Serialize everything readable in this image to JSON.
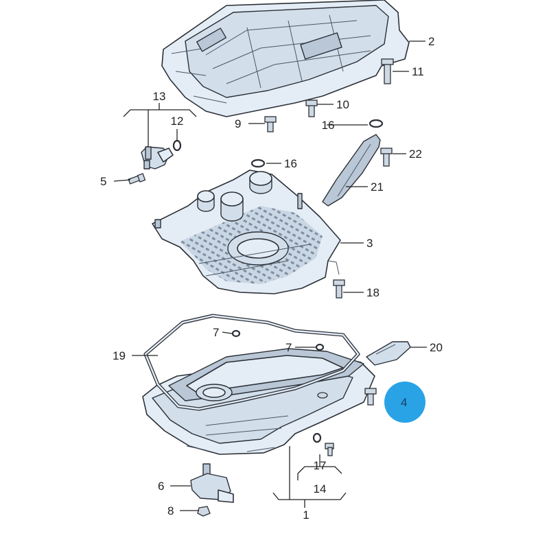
{
  "labels": {
    "l1": "1",
    "l2": "2",
    "l3": "3",
    "l4": "4",
    "l5": "5",
    "l6": "6",
    "l7a": "7",
    "l7b": "7",
    "l8": "8",
    "l9": "9",
    "l10": "10",
    "l11": "11",
    "l12": "12",
    "l13": "13",
    "l14": "14",
    "l16a": "16",
    "l16b": "16",
    "l17": "17",
    "l18": "18",
    "l19": "19",
    "l20": "20",
    "l21": "21",
    "l22": "22"
  },
  "colors": {
    "highlight": "#29a3e6",
    "part_fill": "#e4edf6",
    "line": "#2b2f36"
  }
}
